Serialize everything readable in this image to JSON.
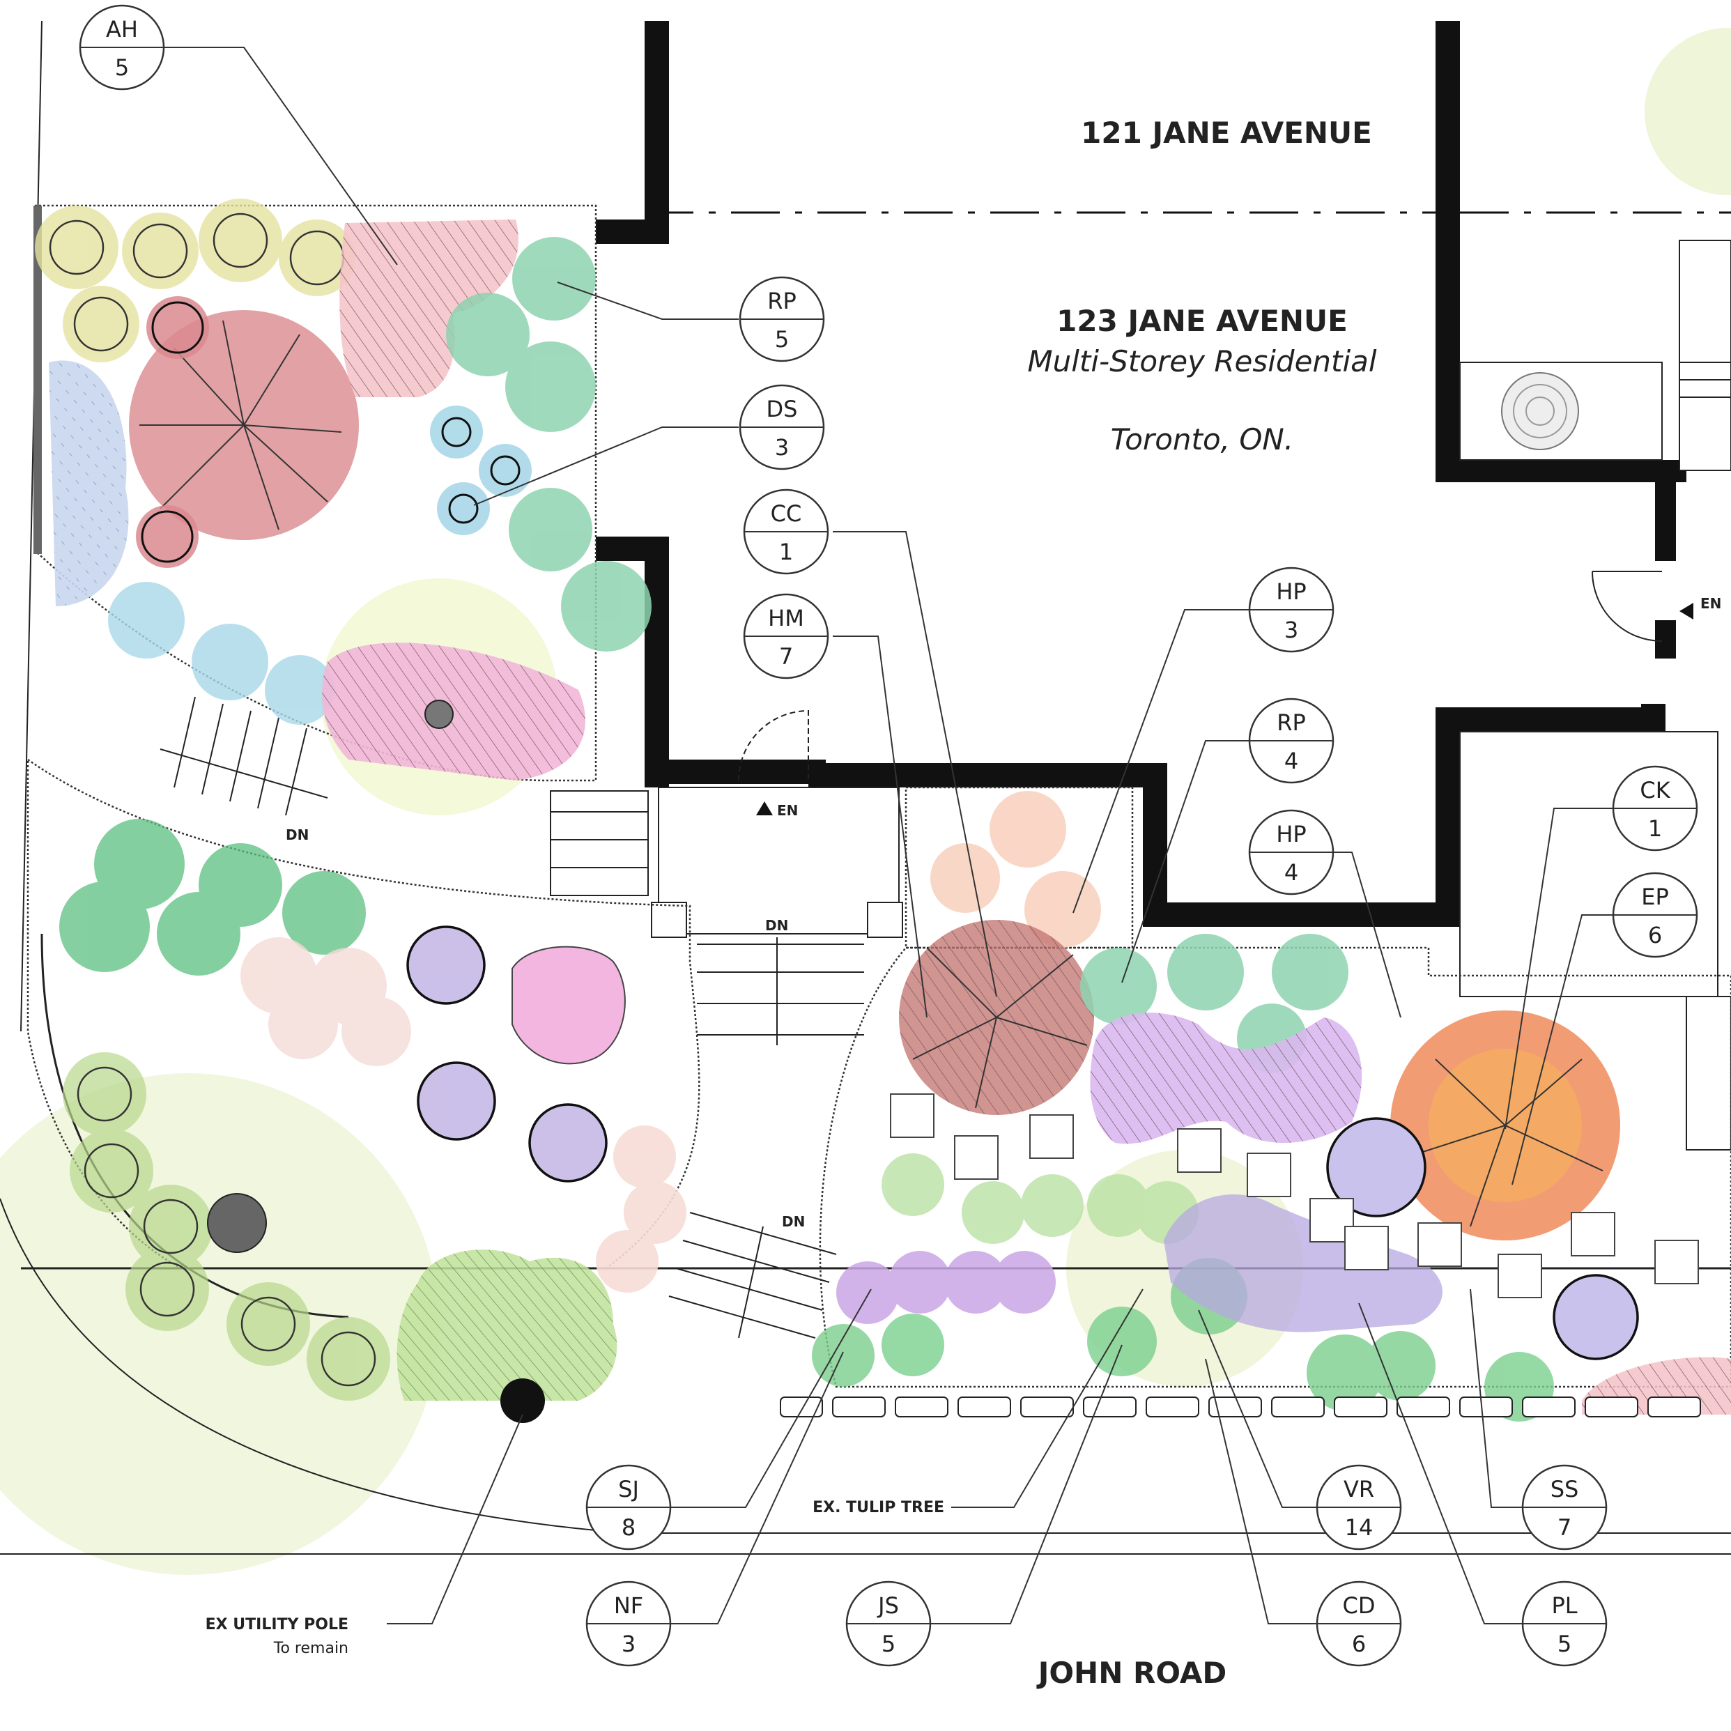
{
  "title": {
    "neighbor_address": "121 JANE AVENUE",
    "site_address": "123 JANE AVENUE",
    "site_type": "Multi-Storey Residential",
    "city": "Toronto, ON."
  },
  "street": "JOHN ROAD",
  "stair_labels": {
    "down": "DN",
    "entrance": "EN"
  },
  "annotations": {
    "tulip_tree": "EX. TULIP TREE",
    "utility_pole": "EX UTILITY POLE",
    "utility_pole_note": "To remain"
  },
  "plant_tags": [
    {
      "code": "AH",
      "qty": "5"
    },
    {
      "code": "RP",
      "qty": "5"
    },
    {
      "code": "DS",
      "qty": "3"
    },
    {
      "code": "CC",
      "qty": "1"
    },
    {
      "code": "HM",
      "qty": "7"
    },
    {
      "code": "HP",
      "qty": "3"
    },
    {
      "code": "RP",
      "qty": "4"
    },
    {
      "code": "HP",
      "qty": "4"
    },
    {
      "code": "CK",
      "qty": "1"
    },
    {
      "code": "EP",
      "qty": "6"
    },
    {
      "code": "SJ",
      "qty": "8"
    },
    {
      "code": "VR",
      "qty": "14"
    },
    {
      "code": "SS",
      "qty": "7"
    },
    {
      "code": "NF",
      "qty": "3"
    },
    {
      "code": "JS",
      "qty": "5"
    },
    {
      "code": "CD",
      "qty": "6"
    },
    {
      "code": "PL",
      "qty": "5"
    }
  ],
  "colors": {
    "wall": "#111111",
    "lawn": "#eef5d8",
    "tree_red": "#d98a8f",
    "tree_orange": "#f0885a",
    "shrub_green": "#8fd3b0",
    "shrub_yellow": "#e6e3a0",
    "perennial_pink": "#f2b6d8",
    "perennial_purple": "#c9a6e6",
    "shrub_blue": "#a9d8e8"
  }
}
